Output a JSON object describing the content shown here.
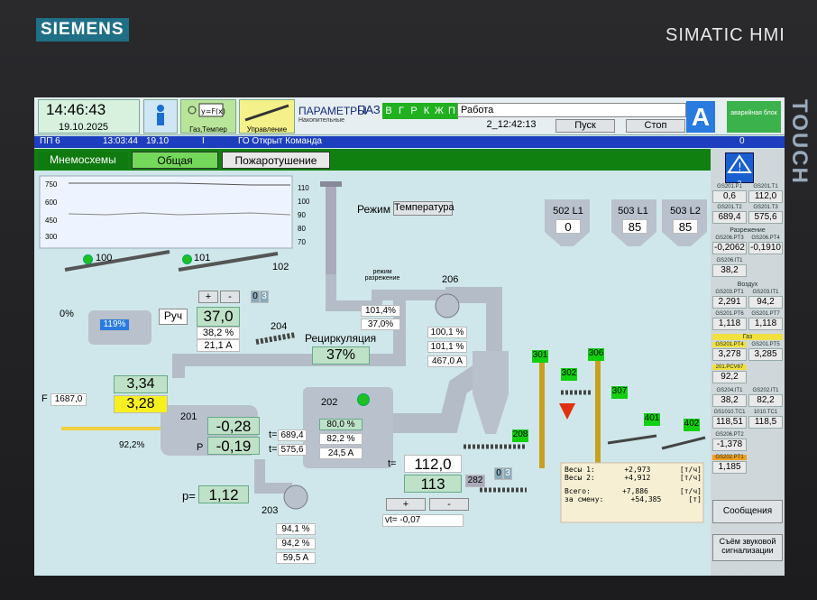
{
  "bezel": {
    "brand": "SIEMENS",
    "model": "SIMATIC HMI",
    "touch": "TOUCH"
  },
  "topbar": {
    "time": "14:46:43",
    "date": "19.10.2025",
    "gas_label": "Газ,Темпер",
    "control_label": "Управление",
    "params": "ПАРАМЕТРЫ",
    "params_sub": "Накопительные",
    "paz": "ПАЗ",
    "paz_keys": [
      "В",
      "Г",
      "Р",
      "К",
      "Ж",
      "П"
    ],
    "status": "Работа",
    "run_time": "2_12:42:13",
    "start": "Пуск",
    "stop": "Стоп",
    "a_letter": "A",
    "right_note": "аварийная блок"
  },
  "alarmbar": {
    "code": "ПП 6",
    "time": "13:03:44",
    "date": "19.10",
    "type": "I",
    "text": "ГО Открыт Команда",
    "count": "0"
  },
  "tabs": {
    "section": "Мнемосхемы",
    "general": "Общая",
    "fire": "Пожаротушение"
  },
  "trend": {
    "left_ticks": [
      "750",
      "600",
      "450",
      "300"
    ],
    "right_ticks": [
      "110",
      "100",
      "90",
      "80",
      "70"
    ]
  },
  "mode": {
    "label": "Режим",
    "value": "Температура"
  },
  "conveyors": {
    "c100": "100",
    "c101": "101",
    "c102": "102"
  },
  "left": {
    "pct": "0%",
    "tank": "119%",
    "manual": "Руч",
    "big": "37,0",
    "pct2": "38,2 %",
    "amp": "21,1 A",
    "plus": "+",
    "minus": "-",
    "zero": "0",
    "three": "3",
    "n204": "204"
  },
  "fan206": {
    "mode": "режим разрежение",
    "p1": "101,4%",
    "p2": "37,0%",
    "n": "206",
    "v1": "100,1 %",
    "v2": "101,1 %",
    "v3": "467,0 A"
  },
  "recirc": {
    "label": "Рециркуляция",
    "value": "37%"
  },
  "silos": [
    {
      "name": "502 L1",
      "value": "0"
    },
    {
      "name": "503 L1",
      "value": "85"
    },
    {
      "name": "503 L2",
      "value": "85"
    }
  ],
  "burner": {
    "f_label": "F",
    "f_value": "1687,0",
    "v1": "3,34",
    "v2": "3,28",
    "n": "201",
    "t": "-0,28",
    "p": "-0,19",
    "p_letter": "P",
    "valve": "92,2%",
    "t1": "689,4",
    "t2": "575,6",
    "teq": "t="
  },
  "drum": {
    "n": "202",
    "v1": "80,0 %",
    "v2": "82,2 %",
    "v3": "24,5 A"
  },
  "press": {
    "label": "p=",
    "value": "1,12"
  },
  "fan203": {
    "n": "203",
    "v1": "94,1 %",
    "v2": "94,2 %",
    "v3": "59,5 A"
  },
  "outlet": {
    "t_label": "t=",
    "t": "112,0",
    "sp": "113",
    "plus": "+",
    "minus": "-",
    "vt": "vt= -0,07"
  },
  "n282": {
    "n": "282",
    "zero": "0",
    "three": "3"
  },
  "tags": {
    "t301": "301",
    "t302": "302",
    "t306": "306",
    "t307": "307",
    "t401": "401",
    "t402": "402",
    "t208": "208"
  },
  "weights": {
    "l1": "Весы 1:",
    "v1": "+2,973",
    "u1": "[т/ч]",
    "l2": "Весы 2:",
    "v2": "+4,912",
    "u2": "[т/ч]",
    "l3": "Всего:",
    "v3": "+7,886",
    "u3": "[т/ч]",
    "l4": "за смену:",
    "v4": "+54,385",
    "u4": "[т]"
  },
  "right": {
    "alarm_num": "2",
    "r1": [
      "0,6",
      "112,0"
    ],
    "r1l": [
      "GS201.P1",
      "GS201.T1"
    ],
    "r2": [
      "689,4",
      "575,6"
    ],
    "r2l": [
      "GS201.T2",
      "GS201.T3"
    ],
    "sec1": "Разрежение",
    "r3": [
      "-0,2062",
      "-0,1910"
    ],
    "r3l": [
      "GS206.PT3",
      "GS206.PT4"
    ],
    "r4": [
      "38,2"
    ],
    "r4l": [
      "GS206.IT1"
    ],
    "sec2": "Воздух",
    "r5": [
      "2,291",
      "94,2"
    ],
    "r5l": [
      "GS203.PT1",
      "GS203.IT1"
    ],
    "r6": [
      "1,118",
      "1,118"
    ],
    "r6l": [
      "GS201.PT6",
      "GS201.PT7"
    ],
    "sec3": "Газ",
    "r7": [
      "3,278",
      "3,285"
    ],
    "r7l": [
      "GS201.PT4",
      "GS201.PT5"
    ],
    "r8": [
      "92,2"
    ],
    "r8l": [
      "201.PCV67"
    ],
    "r9": [
      "38,2",
      "82,2"
    ],
    "r9l": [
      "GS204.IT1",
      "GS202.IT1"
    ],
    "r10": [
      "118,51",
      "118,5"
    ],
    "r10l": [
      "GS1010.TC1",
      "1010.TC1"
    ],
    "r11": [
      "-1,378"
    ],
    "r11l": [
      "GS206.PT2"
    ],
    "r12": [
      "1,185"
    ],
    "r12l": [
      "GS202.PT1"
    ],
    "messages": "Сообщения",
    "ack": "Съём звуковой сигнализации"
  }
}
